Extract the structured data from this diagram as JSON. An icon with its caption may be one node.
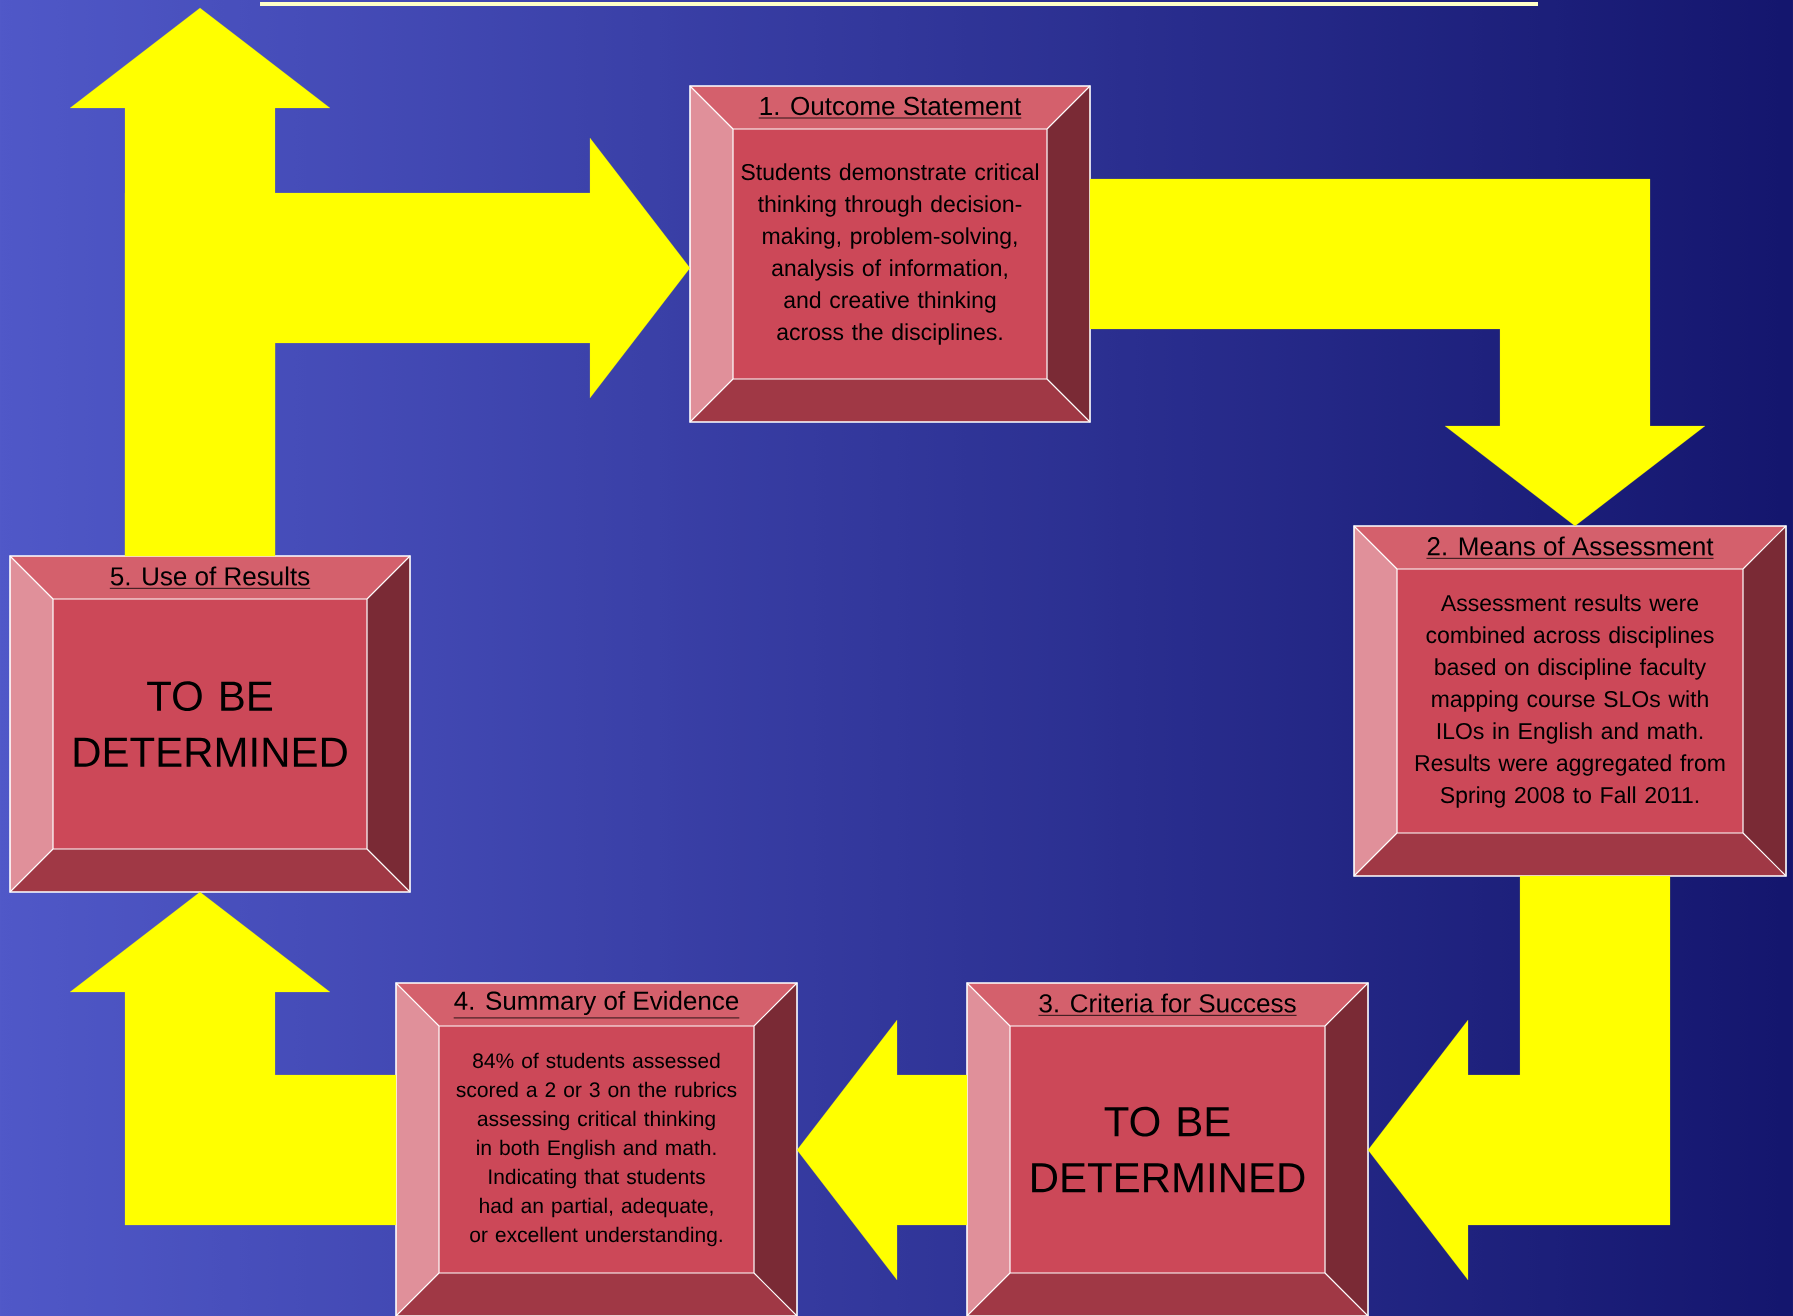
{
  "diagram": {
    "nodes": [
      {
        "text": [
          "1. Outcome Statement",
          "Students demonstrate critical thinking through decision-making, problem-solving, analysis of information, and creative thinking across the disciplines."
        ]
      },
      {
        "text": [
          "2. Means of Assessment",
          "Assessment results were combined across disciplines based on discipline faculty mapping course SLOs with ILOs in English and math. Results were aggregated from Spring 2008 to Fall 2011."
        ]
      },
      {
        "text": [
          "3. Criteria for Success",
          "TO BE DETERMINED"
        ]
      },
      {
        "text": [
          "4. Summary of Evidence",
          "84% of students assessed scored a 2 or 3 on the rubrics assessing critical thinking in both English and math. Indicating that students had an partial, adequate, or excellent understanding."
        ]
      },
      {
        "text": [
          "5. Use of Results",
          "TO BE DETERMINED"
        ]
      }
    ],
    "edges": [
      {
        "from": 0,
        "to": 1,
        "arrow": "to"
      },
      {
        "from": 1,
        "to": 2,
        "arrow": "to"
      },
      {
        "from": 2,
        "to": 3,
        "arrow": "to"
      },
      {
        "from": 3,
        "to": 4,
        "arrow": "to"
      },
      {
        "from": 4,
        "to": 0,
        "arrow": "to"
      },
      {
        "from": 4,
        "to": null,
        "arrow": "to"
      }
    ]
  }
}
